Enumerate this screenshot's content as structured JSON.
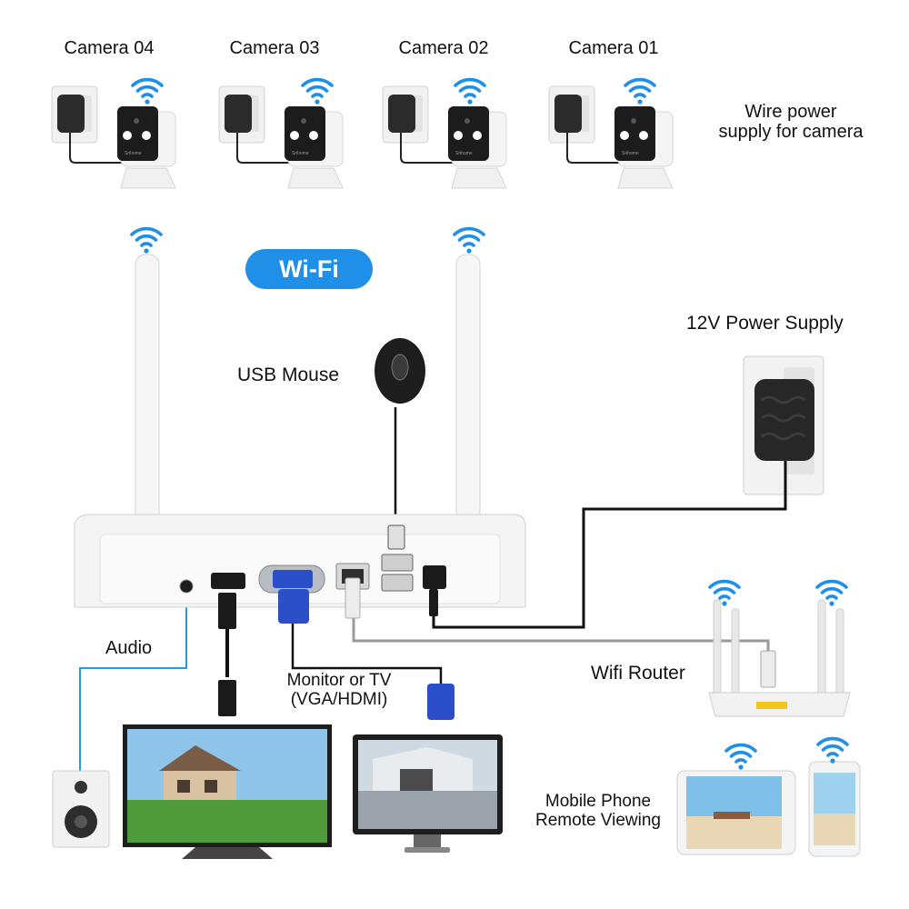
{
  "cameras": [
    {
      "label": "Camera 04"
    },
    {
      "label": "Camera 03"
    },
    {
      "label": "Camera 02"
    },
    {
      "label": "Camera 01"
    }
  ],
  "camera_brand": "Srihome",
  "wire_power_note": {
    "line1": "Wire power",
    "line2": "supply for camera"
  },
  "wifi_badge": "Wi-Fi",
  "usb_mouse": "USB Mouse",
  "power_supply": "12V Power Supply",
  "audio": "Audio",
  "monitor": {
    "line1": "Monitor or TV",
    "line2": "(VGA/HDMI)"
  },
  "router": "Wifi Router",
  "mobile": {
    "line1": "Mobile Phone",
    "line2": "Remote Viewing"
  },
  "icons": [
    "wifi-icon",
    "camera-icon",
    "power-adapter-icon",
    "nvr-icon",
    "mouse-icon",
    "router-icon",
    "tv-icon",
    "monitor-icon",
    "speaker-icon",
    "tablet-icon",
    "phone-icon"
  ],
  "colors": {
    "accent": "#1f8fe8",
    "cable": "#111111",
    "audio_cable": "#2a9bd8",
    "vga_blue": "#2b4fc9"
  }
}
